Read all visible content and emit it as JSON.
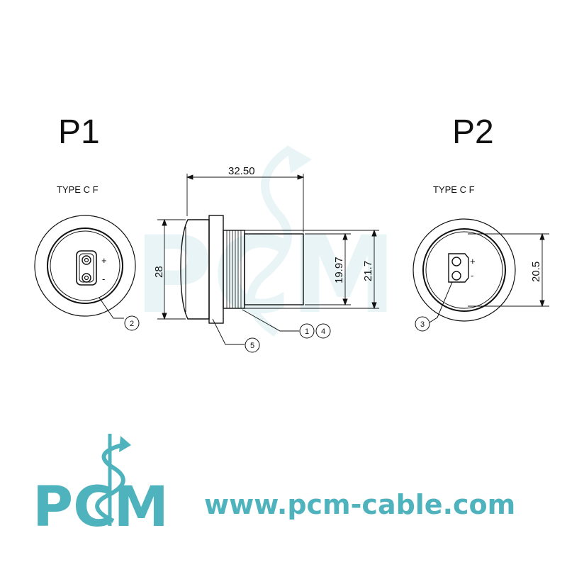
{
  "labels": {
    "p1": "P1",
    "p2": "P2",
    "p1_type": "TYPE C F",
    "p2_type": "TYPE C F"
  },
  "dimensions": {
    "length": "32.50",
    "flange_height": "28",
    "body_height": "19.97",
    "thread_height": "21.7",
    "p2_diameter": "20.5"
  },
  "polarity": {
    "plus": "+",
    "minus": "-"
  },
  "callouts": [
    "1",
    "2",
    "3",
    "4",
    "5"
  ],
  "brand": {
    "logo_text": "PCM",
    "url": "www.pcm-cable.com",
    "color": "#4fb3bd"
  },
  "colors": {
    "line": "#111111",
    "watermark": "#d6ecef"
  }
}
